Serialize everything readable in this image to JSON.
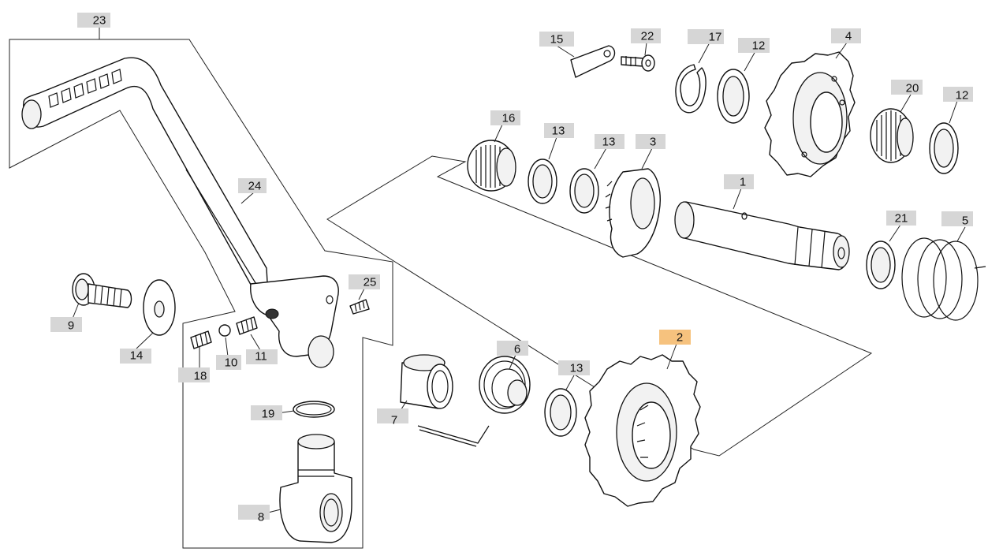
{
  "highlight_color": "#f6c27e",
  "label_color": "#d6d6d6",
  "labels": {
    "l1": "1",
    "l2": "2",
    "l3": "3",
    "l4": "4",
    "l5": "5",
    "l6": "6",
    "l7": "7",
    "l8": "8",
    "l9": "9",
    "l10": "10",
    "l11": "11",
    "l12a": "12",
    "l12b": "12",
    "l13a": "13",
    "l13b": "13",
    "l13c": "13",
    "l14": "14",
    "l15": "15",
    "l16": "16",
    "l17": "17",
    "l18": "18",
    "l19": "19",
    "l20": "20",
    "l21": "21",
    "l22": "22",
    "l23": "23",
    "l24": "24",
    "l25": "25"
  },
  "parts": {
    "kickstart_shaft": "shaft-icon",
    "kickstart_gear": "gear-icon",
    "ratchet": "ratchet-icon",
    "idler_gear": "gear-icon",
    "return_spring": "spring-icon",
    "torsion_spring": "spring-icon",
    "bushing": "bushing-icon",
    "pedal_hub": "hub-icon",
    "bolt": "bolt-icon",
    "ball": "ball-icon",
    "spring": "spring-icon",
    "washer": "washer-icon",
    "plate": "plate-icon",
    "needle_bearing": "bearing-icon",
    "circlip": "circlip-icon",
    "grub_screw": "screw-icon",
    "o_ring": "o-ring-icon",
    "screw": "screw-icon",
    "kick_lever": "lever-icon",
    "lever_arm": "lever-icon"
  }
}
